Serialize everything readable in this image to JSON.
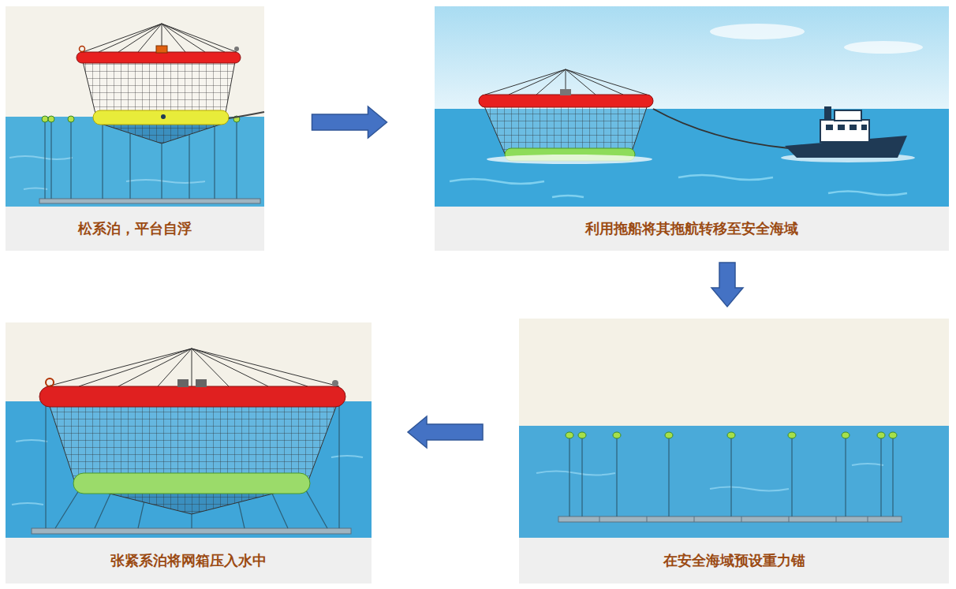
{
  "diagram": {
    "nodes": [
      {
        "text": [
          "松系泊，平台自浮"
        ]
      },
      {
        "text": [
          "利用拖船将其拖航转移至安全海域"
        ]
      },
      {
        "text": [
          "在安全海域预设重力锚"
        ]
      },
      {
        "text": [
          "张紧系泊将网箱压入水中"
        ]
      }
    ],
    "edges": [
      {
        "from": 0,
        "to": 1,
        "arrow": "to"
      },
      {
        "from": 1,
        "to": 2,
        "arrow": "to"
      },
      {
        "from": 2,
        "to": 3,
        "arrow": "to"
      }
    ]
  }
}
